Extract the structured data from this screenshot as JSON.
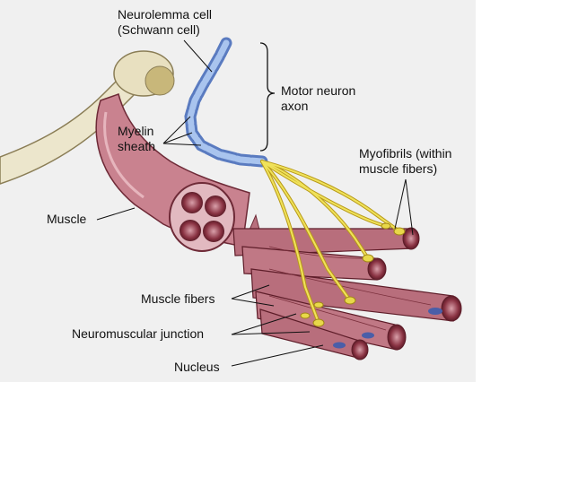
{
  "labels": {
    "neurolemma_line1": "Neurolemma cell",
    "neurolemma_line2": "(Schwann cell)",
    "motor_neuron_line1": "Motor neuron",
    "motor_neuron_line2": "axon",
    "myelin_line1": "Myelin",
    "myelin_line2": "sheath",
    "myofibrils_line1": "Myofibrils (within",
    "myofibrils_line2": "muscle fibers)",
    "muscle": "Muscle",
    "muscle_fibers": "Muscle fibers",
    "neuromuscular_junction": "Neuromuscular junction",
    "nucleus": "Nucleus"
  },
  "colors": {
    "background": "#f0f0f0",
    "muscle": "#c9828f",
    "muscle_dark": "#7a2f3c",
    "myelin": "#8fb0e0",
    "nerve": "#e8d84a",
    "bone": "#ece6cc",
    "leader_line": "#111111"
  }
}
